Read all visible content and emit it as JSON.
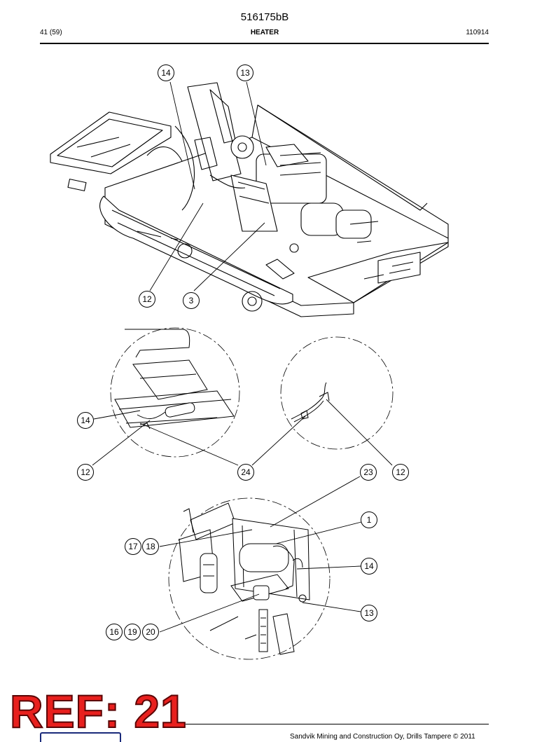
{
  "header": {
    "doc_number": "516175bB",
    "page": "41 (59)",
    "title": "HEATER",
    "date_code": "110914"
  },
  "callouts": {
    "a": "14",
    "b": "13",
    "c": "12",
    "d": "3",
    "e": "14",
    "f": "12",
    "g": "24",
    "h": "23",
    "i": "12",
    "j": "1",
    "k": "17",
    "l": "18",
    "m": "14",
    "n": "13",
    "o": "16",
    "p": "19",
    "q": "20"
  },
  "stamp": "REF: 21",
  "footer": "Sandvik Mining and Construction Oy, Drills Tampere © 2011",
  "colors": {
    "stamp_fill": "#e8201e",
    "stamp_outline": "#5a0505",
    "line": "#000000"
  }
}
